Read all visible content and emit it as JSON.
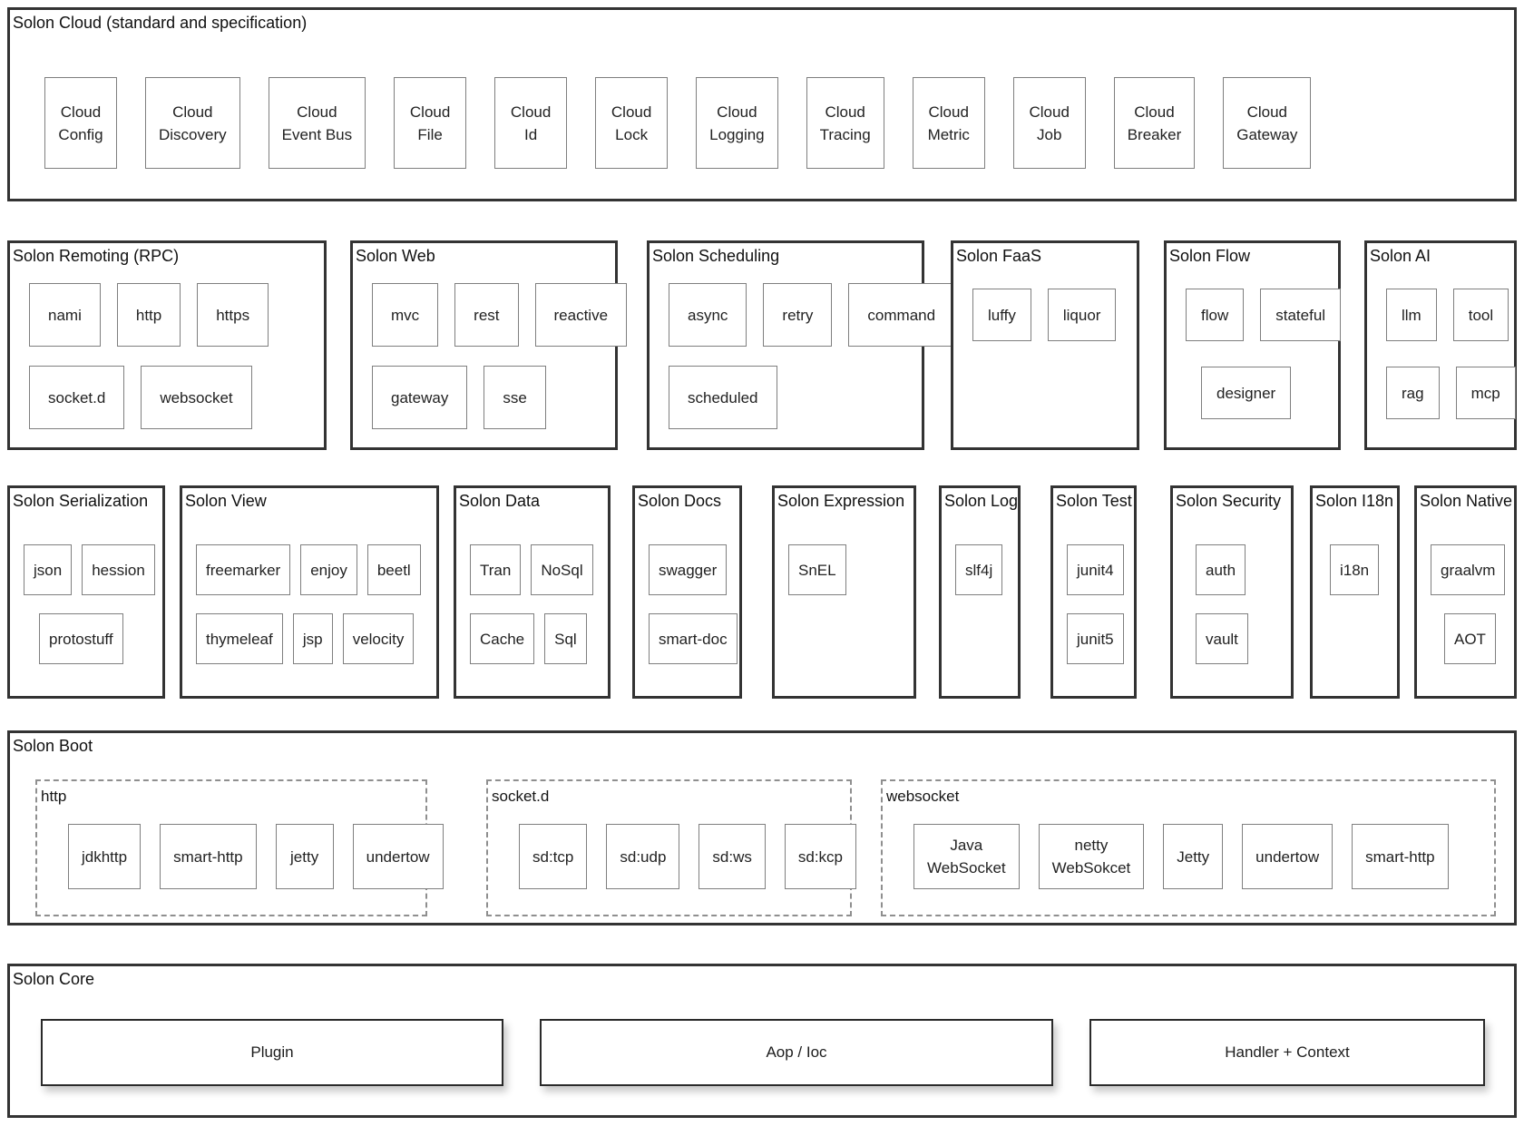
{
  "colors": {
    "background": "#ffffff",
    "section_border": "#333333",
    "box_border": "#7f7f7f",
    "dashed_border": "#8f8f8f",
    "text": "#1a1a1a"
  },
  "cloud": {
    "title": "Solon Cloud (standard and specification)",
    "items": [
      "Cloud\nConfig",
      "Cloud\nDiscovery",
      "Cloud\nEvent Bus",
      "Cloud\nFile",
      "Cloud\nId",
      "Cloud\nLock",
      "Cloud\nLogging",
      "Cloud\nTracing",
      "Cloud\nMetric",
      "Cloud\nJob",
      "Cloud\nBreaker",
      "Cloud\nGateway"
    ]
  },
  "remoting": {
    "title": "Solon Remoting (RPC)",
    "row1": [
      "nami",
      "http",
      "https"
    ],
    "row2": [
      "socket.d",
      "websocket"
    ]
  },
  "web": {
    "title": "Solon Web",
    "row1": [
      "mvc",
      "rest",
      "reactive"
    ],
    "row2": [
      "gateway",
      "sse"
    ]
  },
  "scheduling": {
    "title": "Solon Scheduling",
    "row1": [
      "async",
      "retry",
      "command"
    ],
    "row2": [
      "scheduled"
    ]
  },
  "faas": {
    "title": "Solon FaaS",
    "row1": [
      "luffy",
      "liquor"
    ]
  },
  "flow": {
    "title": "Solon Flow",
    "row1": [
      "flow",
      "stateful"
    ],
    "row2": [
      "designer"
    ]
  },
  "ai": {
    "title": "Solon AI",
    "row1": [
      "llm",
      "tool"
    ],
    "row2": [
      "rag",
      "mcp"
    ]
  },
  "serialization": {
    "title": "Solon Serialization",
    "row1": [
      "json",
      "hession"
    ],
    "row2": [
      "protostuff"
    ]
  },
  "view": {
    "title": "Solon View",
    "row1": [
      "freemarker",
      "enjoy",
      "beetl"
    ],
    "row2": [
      "thymeleaf",
      "jsp",
      "velocity"
    ]
  },
  "data": {
    "title": "Solon Data",
    "row1": [
      "Tran",
      "NoSql"
    ],
    "row2": [
      "Cache",
      "Sql"
    ]
  },
  "docs": {
    "title": "Solon Docs",
    "row1": [
      "swagger"
    ],
    "row2": [
      "smart-doc"
    ]
  },
  "expression": {
    "title": "Solon Expression",
    "row1": [
      "SnEL"
    ]
  },
  "log": {
    "title": "Solon Log",
    "row1": [
      "slf4j"
    ]
  },
  "test": {
    "title": "Solon Test",
    "row1": [
      "junit4"
    ],
    "row2": [
      "junit5"
    ]
  },
  "security": {
    "title": "Solon Security",
    "row1": [
      "auth"
    ],
    "row2": [
      "vault"
    ]
  },
  "i18n": {
    "title": "Solon I18n",
    "row1": [
      "i18n"
    ]
  },
  "native": {
    "title": "Solon Native",
    "row1": [
      "graalvm"
    ],
    "row2": [
      "AOT"
    ]
  },
  "boot": {
    "title": "Solon Boot",
    "groups": [
      {
        "title": "http",
        "items": [
          "jdkhttp",
          "smart-http",
          "jetty",
          "undertow"
        ]
      },
      {
        "title": "socket.d",
        "items": [
          "sd:tcp",
          "sd:udp",
          "sd:ws",
          "sd:kcp"
        ]
      },
      {
        "title": "websocket",
        "items": [
          "Java\nWebSocket",
          "netty\nWebSokcet",
          "Jetty",
          "undertow",
          "smart-http"
        ]
      }
    ]
  },
  "core": {
    "title": "Solon Core",
    "items": [
      "Plugin",
      "Aop / Ioc",
      "Handler + Context"
    ]
  }
}
